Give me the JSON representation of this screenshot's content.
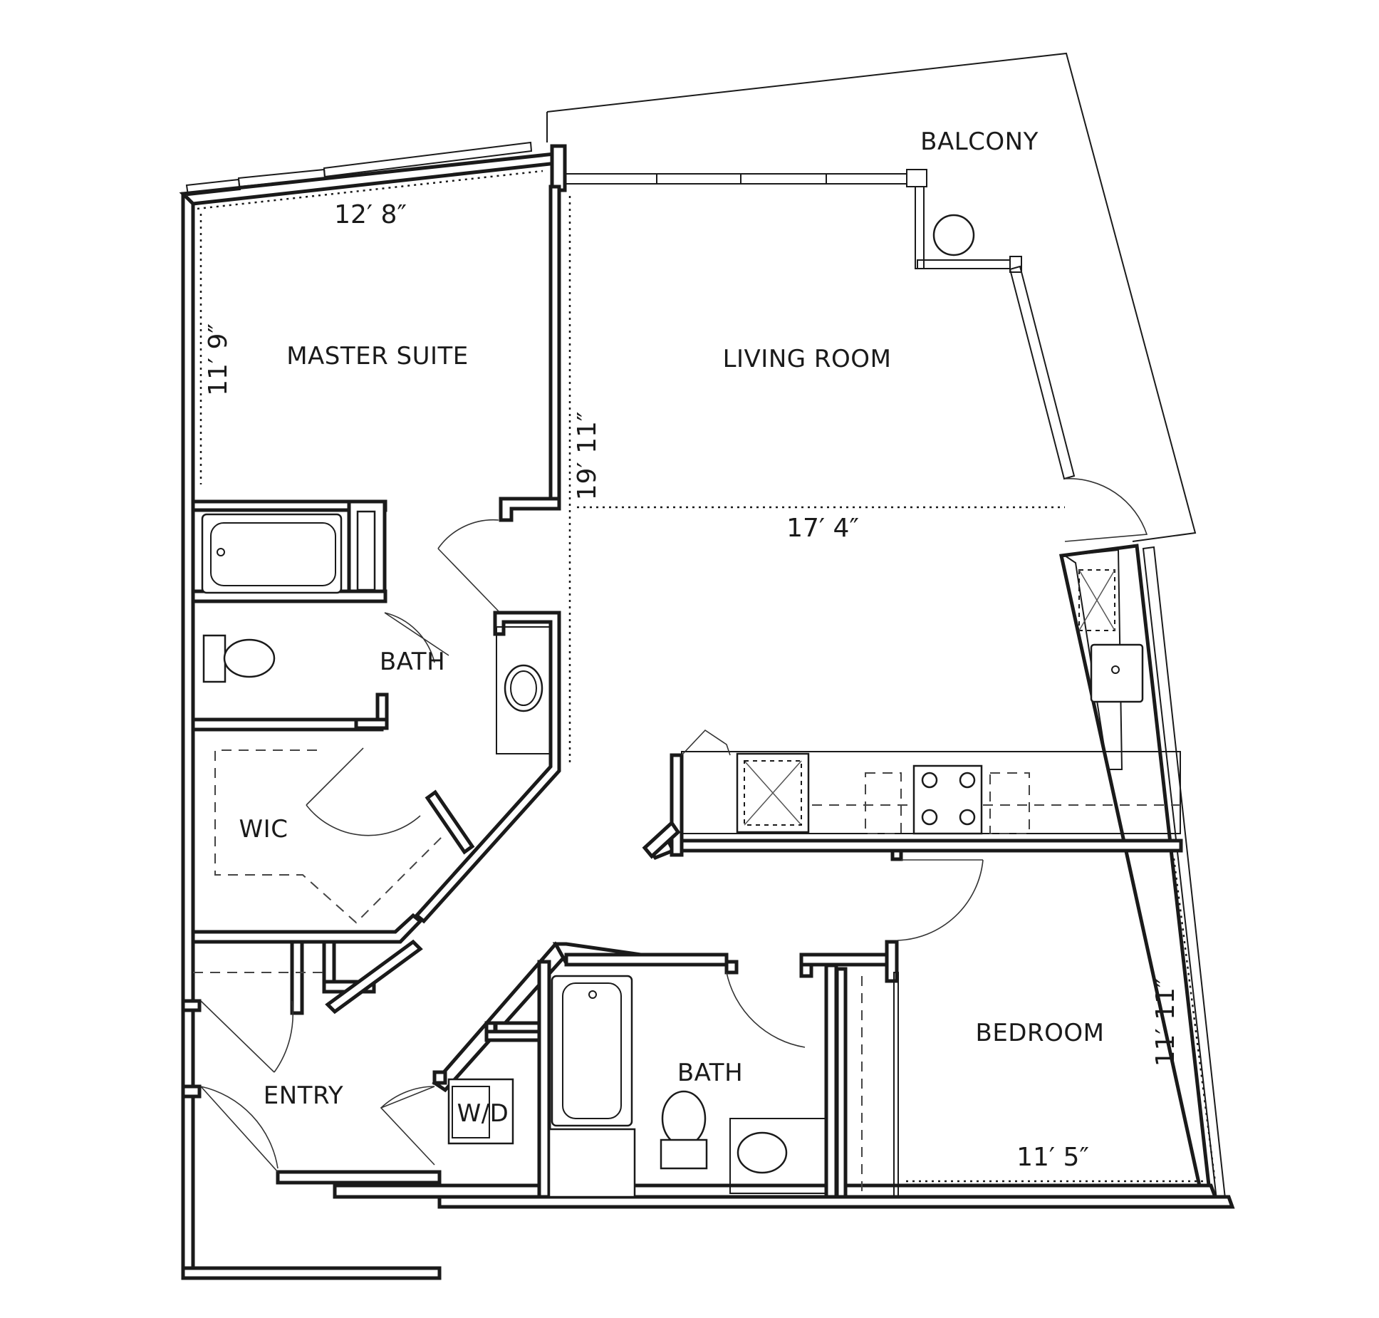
{
  "rooms": {
    "balcony": "BALCONY",
    "master_suite": "MASTER SUITE",
    "living_room": "LIVING ROOM",
    "master_bath": "BATH",
    "wic": "WIC",
    "bedroom": "BEDROOM",
    "second_bath": "BATH",
    "entry": "ENTRY",
    "wd": "W/D"
  },
  "dimensions": {
    "master_width": "12′ 8″",
    "master_depth": "11′ 9″",
    "living_depth": "19′ 11″",
    "living_width": "17′ 4″",
    "bedroom_depth": "11′ 11″",
    "bedroom_width": "11′ 5″"
  }
}
